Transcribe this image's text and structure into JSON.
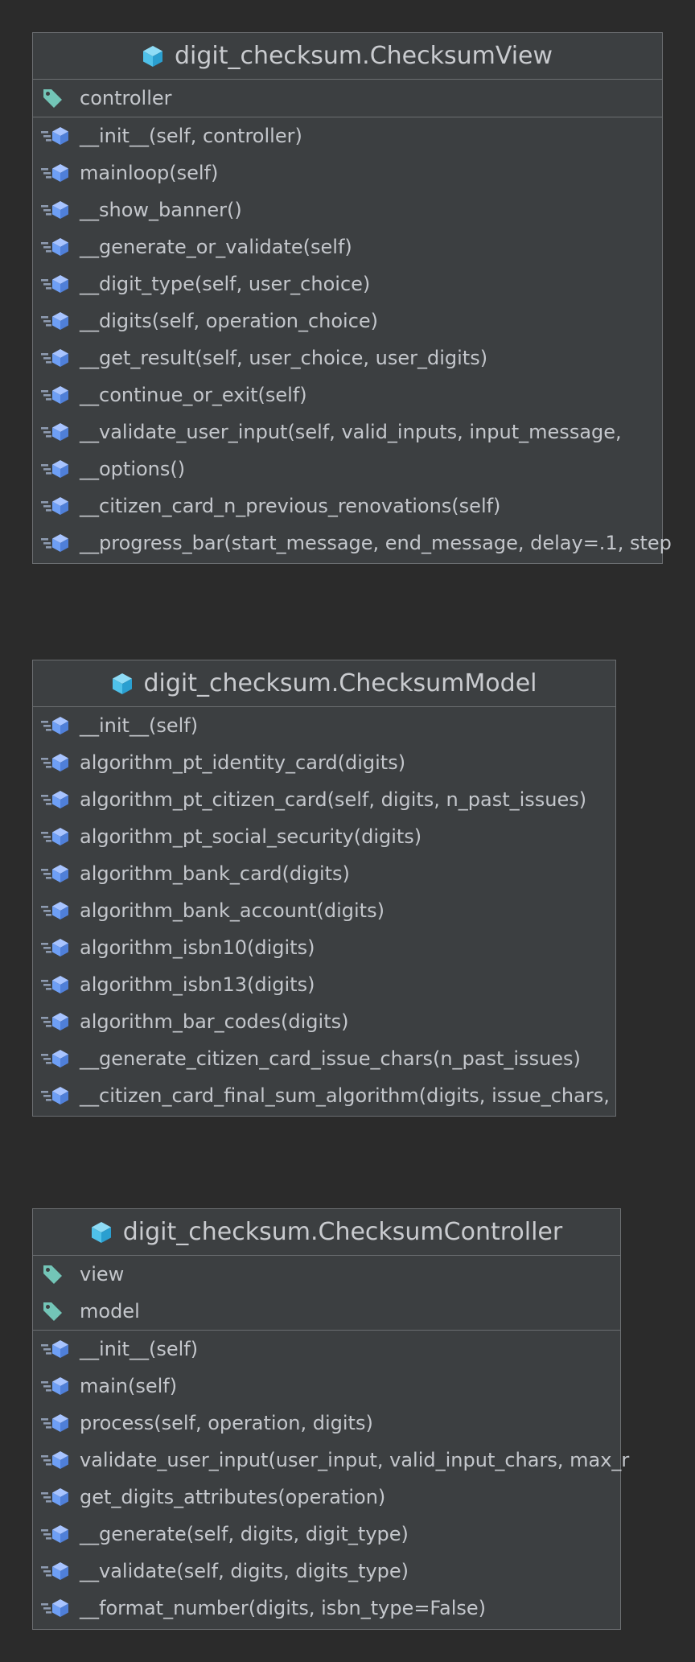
{
  "classes": [
    {
      "title": "digit_checksum.ChecksumView",
      "fields": [
        "controller"
      ],
      "methods": [
        "__init__(self, controller)",
        "mainloop(self)",
        "__show_banner()",
        "__generate_or_validate(self)",
        "__digit_type(self, user_choice)",
        "__digits(self, operation_choice)",
        "__get_result(self, user_choice, user_digits)",
        "__continue_or_exit(self)",
        "__validate_user_input(self, valid_inputs, input_message,",
        "__options()",
        "__citizen_card_n_previous_renovations(self)",
        "__progress_bar(start_message, end_message, delay=.1, step"
      ]
    },
    {
      "title": "digit_checksum.ChecksumModel",
      "fields": [],
      "methods": [
        "__init__(self)",
        "algorithm_pt_identity_card(digits)",
        "algorithm_pt_citizen_card(self, digits, n_past_issues)",
        "algorithm_pt_social_security(digits)",
        "algorithm_bank_card(digits)",
        "algorithm_bank_account(digits)",
        "algorithm_isbn10(digits)",
        "algorithm_isbn13(digits)",
        "algorithm_bar_codes(digits)",
        "__generate_citizen_card_issue_chars(n_past_issues)",
        "__citizen_card_final_sum_algorithm(digits, issue_chars,"
      ]
    },
    {
      "title": "digit_checksum.ChecksumController",
      "fields": [
        "view",
        "model"
      ],
      "methods": [
        "__init__(self)",
        "main(self)",
        "process(self, operation, digits)",
        "validate_user_input(user_input, valid_input_chars, max_r",
        "get_digits_attributes(operation)",
        "__generate(self, digits, digit_type)",
        "__validate(self, digits, digits_type)",
        "__format_number(digits, isbn_type=False)"
      ]
    }
  ],
  "icons": {
    "class": "class-cube-icon",
    "field": "field-tag-icon",
    "method": "method-icon"
  },
  "colors": {
    "background": "#2b2b2b",
    "box": "#3c3f41",
    "border": "#6b6e71",
    "class_icon": "#4fc1e9",
    "field_icon": "#73c5b7",
    "method_icon": "#6e9ff5"
  }
}
